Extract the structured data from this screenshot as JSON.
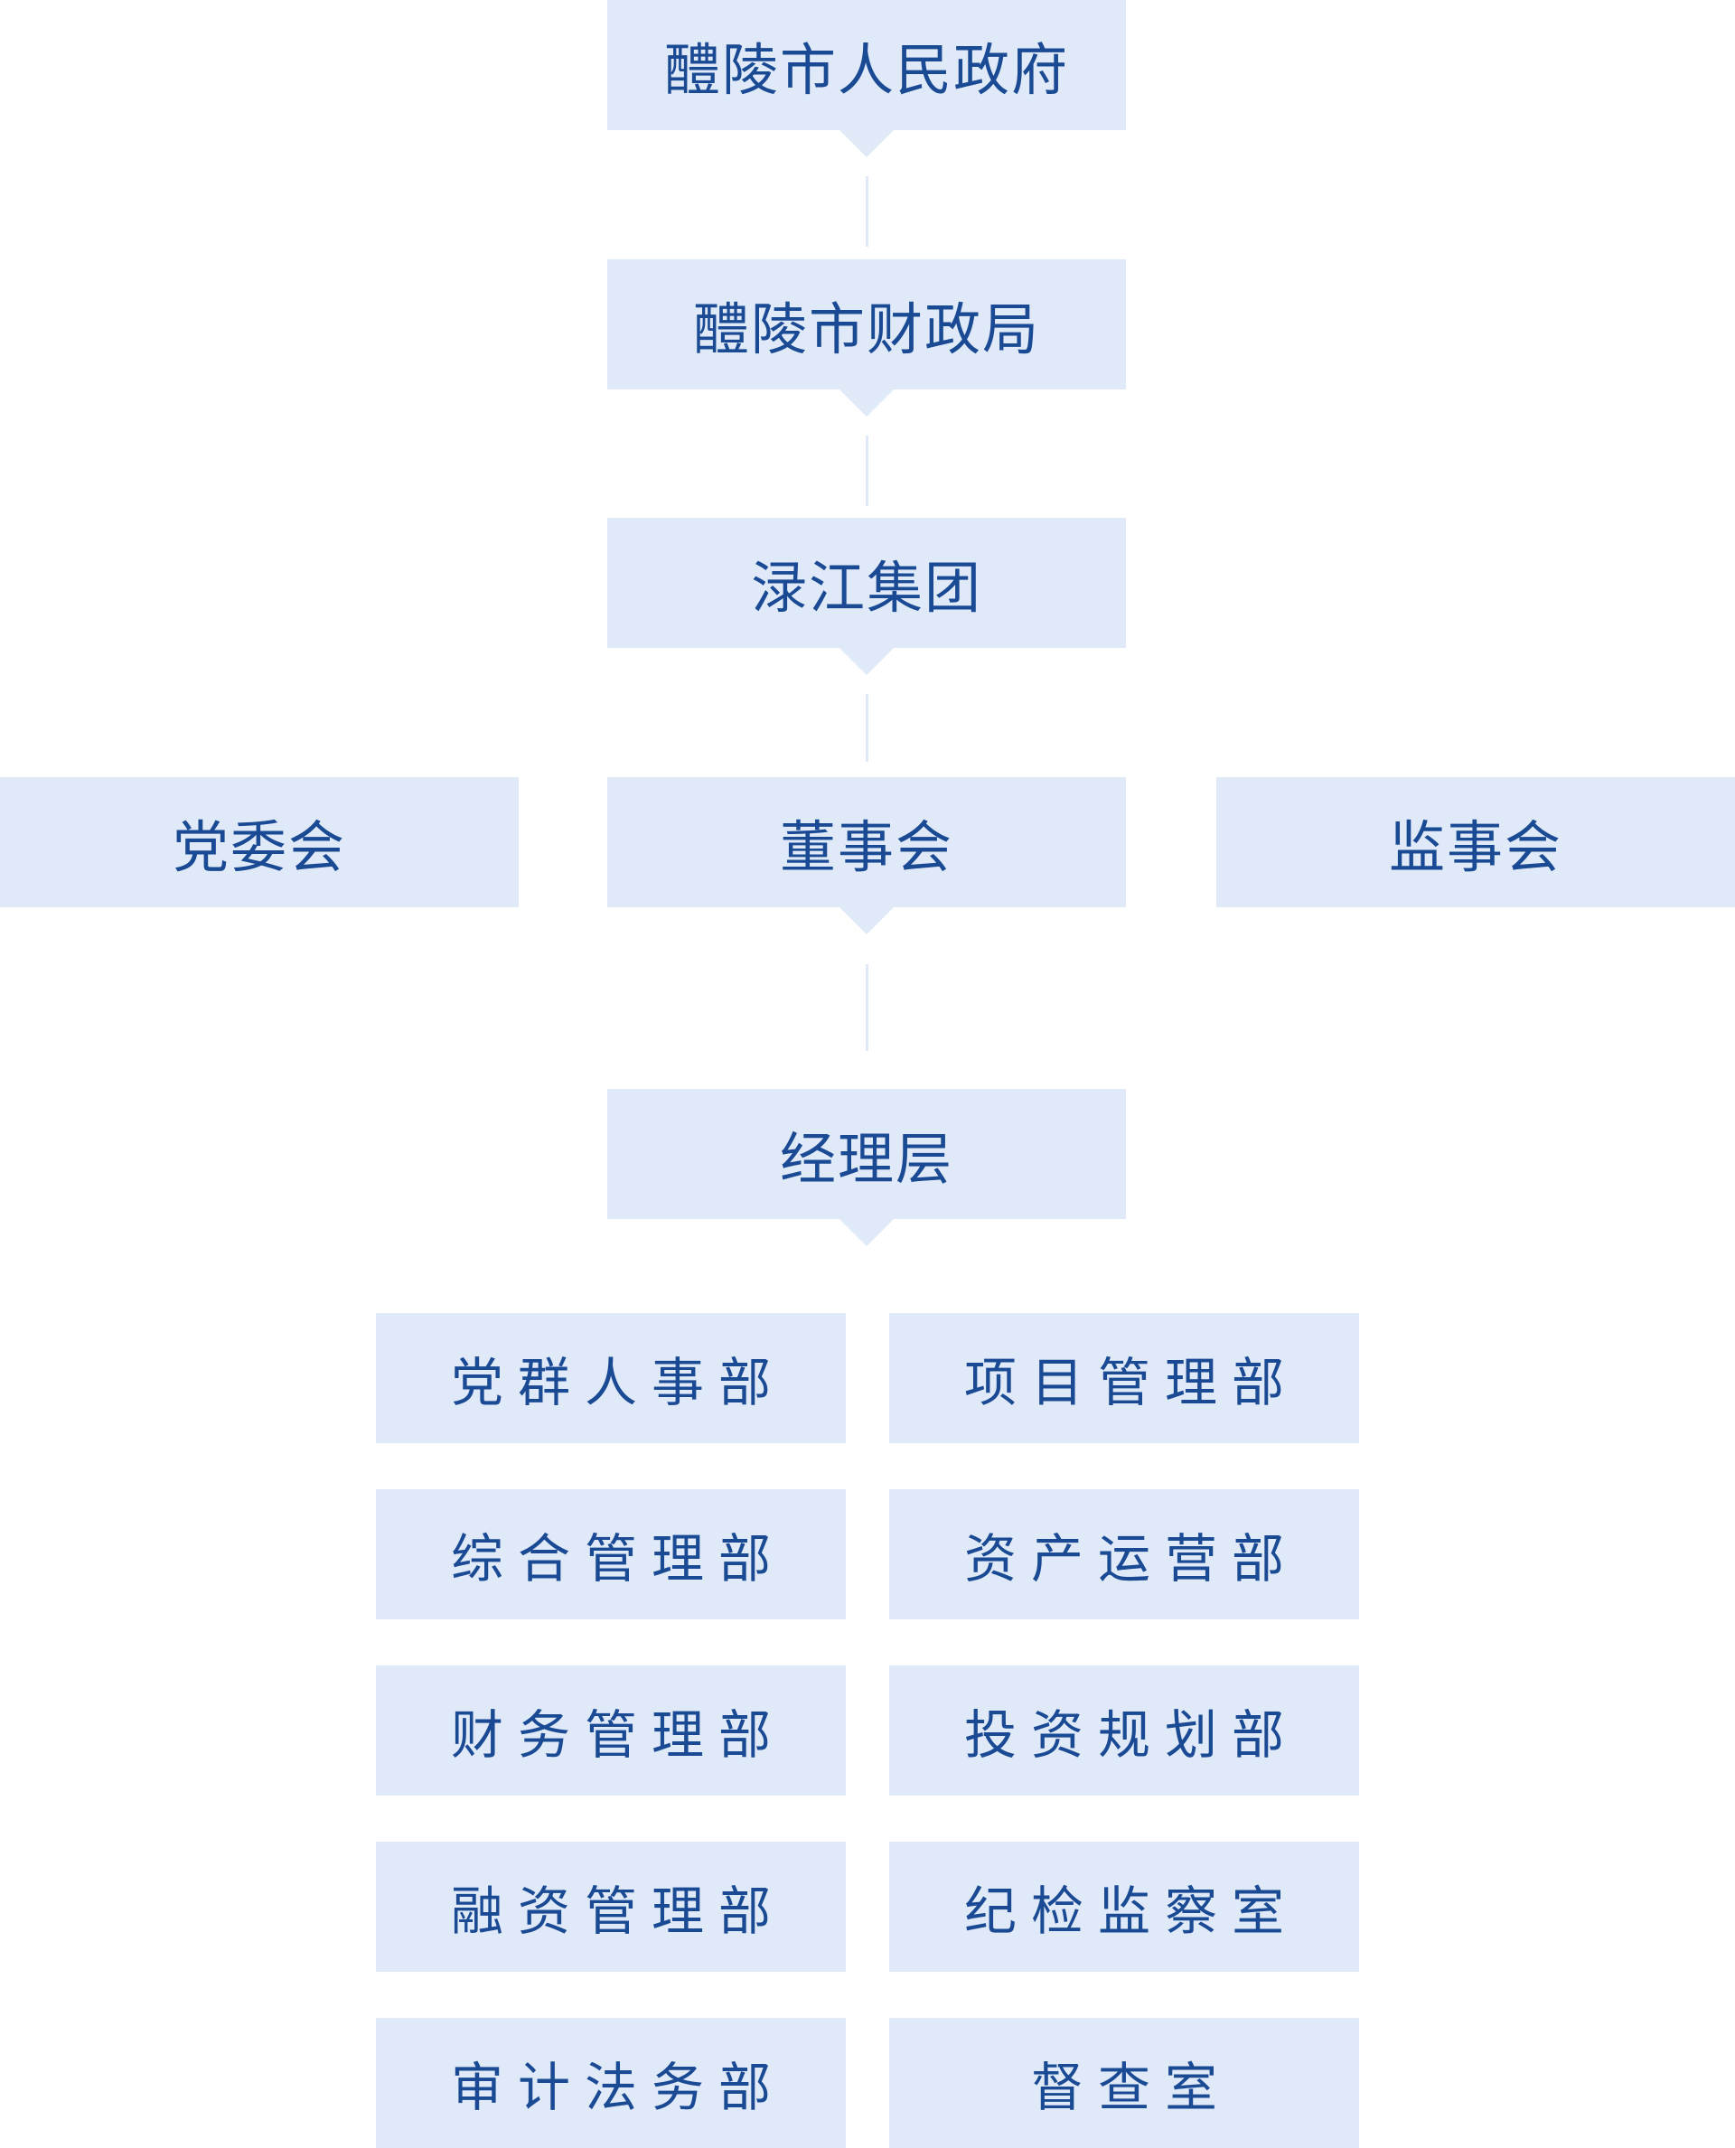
{
  "colors": {
    "box_bg": "#dfe9f7",
    "text": "#1a4a94",
    "connector": "#dfe9f7"
  },
  "chain": {
    "government": "醴陵市人民政府",
    "finance_bureau": "醴陵市财政局",
    "group": "渌江集团"
  },
  "governance": {
    "party_committee": "党委会",
    "board": "董事会",
    "supervisory_board": "监事会"
  },
  "management": "经理层",
  "departments": {
    "left": [
      "党群人事部",
      "综合管理部",
      "财务管理部",
      "融资管理部",
      "审计法务部"
    ],
    "right": [
      "项目管理部",
      "资产运营部",
      "投资规划部",
      "纪检监察室",
      "督查室"
    ]
  }
}
